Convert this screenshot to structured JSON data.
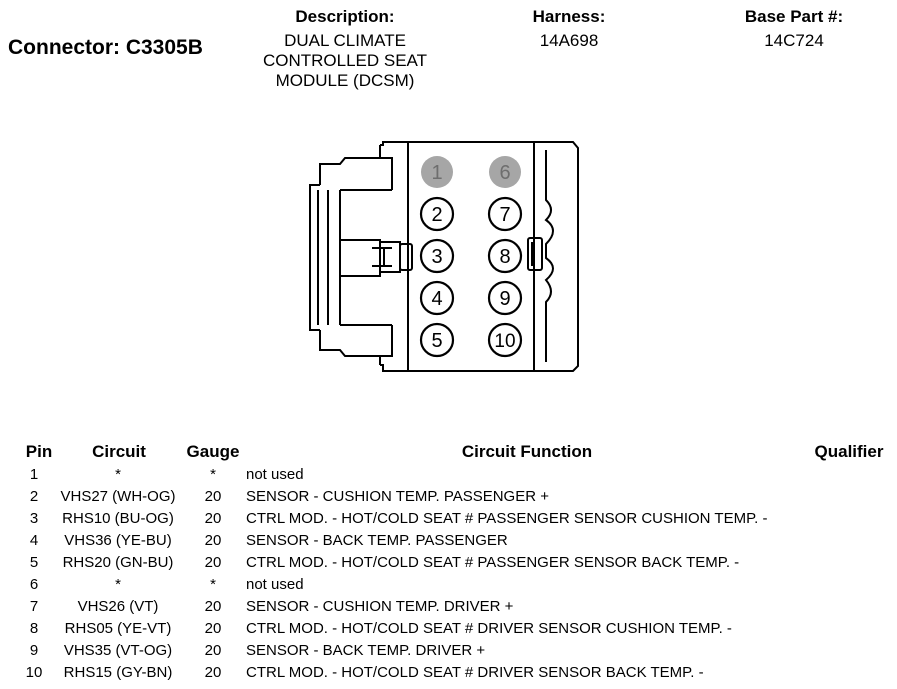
{
  "header": {
    "connector": "Connector: C3305B",
    "description_label": "Description:",
    "description_lines": [
      "DUAL CLIMATE",
      "CONTROLLED SEAT",
      "MODULE (DCSM)"
    ],
    "harness_label": "Harness:",
    "harness_value": "14A698",
    "base_part_label": "Base Part #:",
    "base_part_value": "14C724"
  },
  "connector": {
    "pins": [
      {
        "num": "1",
        "used": false
      },
      {
        "num": "2",
        "used": true
      },
      {
        "num": "3",
        "used": true
      },
      {
        "num": "4",
        "used": true
      },
      {
        "num": "5",
        "used": true
      },
      {
        "num": "6",
        "used": false
      },
      {
        "num": "7",
        "used": true
      },
      {
        "num": "8",
        "used": true
      },
      {
        "num": "9",
        "used": true
      },
      {
        "num": "10",
        "used": true
      }
    ],
    "colors": {
      "outline": "#000000",
      "unused_fill": "#a6a6a6",
      "unused_text": "#6e6e6e"
    }
  },
  "table": {
    "headers": {
      "pin": "Pin",
      "circuit": "Circuit",
      "gauge": "Gauge",
      "function": "Circuit Function",
      "qualifier": "Qualifier"
    },
    "rows": [
      {
        "pin": "1",
        "circuit": "*",
        "gauge": "*",
        "function": "not used"
      },
      {
        "pin": "2",
        "circuit": "VHS27 (WH-OG)",
        "gauge": "20",
        "function": "SENSOR - CUSHION TEMP. PASSENGER +"
      },
      {
        "pin": "3",
        "circuit": "RHS10 (BU-OG)",
        "gauge": "20",
        "function": "CTRL MOD. - HOT/COLD SEAT # PASSENGER SENSOR CUSHION TEMP. -"
      },
      {
        "pin": "4",
        "circuit": "VHS36 (YE-BU)",
        "gauge": "20",
        "function": "SENSOR - BACK TEMP. PASSENGER"
      },
      {
        "pin": "5",
        "circuit": "RHS20 (GN-BU)",
        "gauge": "20",
        "function": "CTRL MOD. - HOT/COLD SEAT # PASSENGER SENSOR BACK TEMP. -"
      },
      {
        "pin": "6",
        "circuit": "*",
        "gauge": "*",
        "function": "not used"
      },
      {
        "pin": "7",
        "circuit": "VHS26 (VT)",
        "gauge": "20",
        "function": "SENSOR - CUSHION TEMP. DRIVER +"
      },
      {
        "pin": "8",
        "circuit": "RHS05 (YE-VT)",
        "gauge": "20",
        "function": "CTRL MOD. - HOT/COLD SEAT # DRIVER SENSOR CUSHION TEMP. -"
      },
      {
        "pin": "9",
        "circuit": "VHS35 (VT-OG)",
        "gauge": "20",
        "function": "SENSOR - BACK TEMP. DRIVER +"
      },
      {
        "pin": "10",
        "circuit": "RHS15 (GY-BN)",
        "gauge": "20",
        "function": "CTRL MOD. - HOT/COLD SEAT # DRIVER SENSOR BACK TEMP. -"
      }
    ]
  }
}
